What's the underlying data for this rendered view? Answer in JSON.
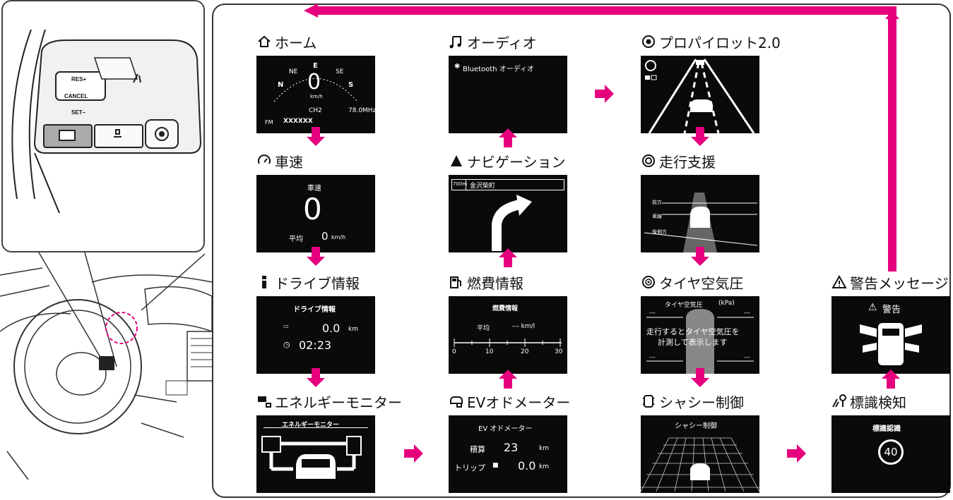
{
  "steering": {
    "res_label": "RES+",
    "cancel_label": "CANCEL",
    "set_label": "SET−"
  },
  "items": {
    "home": {
      "title": "ホーム",
      "compass": {
        "n": "N",
        "ne": "NE",
        "e": "E",
        "se": "SE",
        "s": "S"
      },
      "speed": "0",
      "speed_unit": "km/h",
      "channel": "CH2",
      "freq": "78.0MHz",
      "band": "FM",
      "station": "XXXXXX"
    },
    "speed": {
      "title": "車速",
      "label": "車速",
      "value": "0",
      "avg_label": "平均",
      "avg_value": "0",
      "avg_unit": "km/h"
    },
    "drive": {
      "title": "ドライブ情報",
      "header": "ドライブ情報",
      "distance": "0.0",
      "distance_unit": "km",
      "time": "02:23"
    },
    "energy": {
      "title": "エネルギーモニター",
      "header": "エネルギーモニター"
    },
    "audio": {
      "title": "オーディオ",
      "text": "Bluetooth オーディオ"
    },
    "navi": {
      "title": "ナビゲーション",
      "distance": "700m",
      "place": "金沢柴町"
    },
    "fuel": {
      "title": "燃費情報",
      "header": "燃費情報",
      "avg_label": "平均",
      "avg_value": "--- km/l",
      "scale": [
        "0",
        "10",
        "20",
        "30"
      ]
    },
    "ev": {
      "title": "EVオドメーター",
      "header": "EV オドメーター",
      "total_label": "積算",
      "total_value": "23",
      "total_unit": "km",
      "trip_label": "トリップ",
      "trip_value": "0.0",
      "trip_unit": "km"
    },
    "propilot": {
      "title": "プロパイロット2.0"
    },
    "assist": {
      "title": "走行支援",
      "labels": [
        "前方",
        "車線",
        "後側方"
      ]
    },
    "tire": {
      "title": "タイヤ空気圧",
      "header": "タイヤ空気圧",
      "unit": "(kPa)",
      "placeholder": "---",
      "message1": "走行するとタイヤ空気圧を",
      "message2": "計測して表示します"
    },
    "chassis": {
      "title": "シャシー制御",
      "header": "シャシー制御"
    },
    "warning": {
      "title": "警告メッセージ",
      "header": "警告"
    },
    "sign": {
      "title": "標識検知",
      "header": "標識認識",
      "limit": "40"
    }
  },
  "colors": {
    "arrow": "#e6007e",
    "screen": "#0a0a0a"
  }
}
